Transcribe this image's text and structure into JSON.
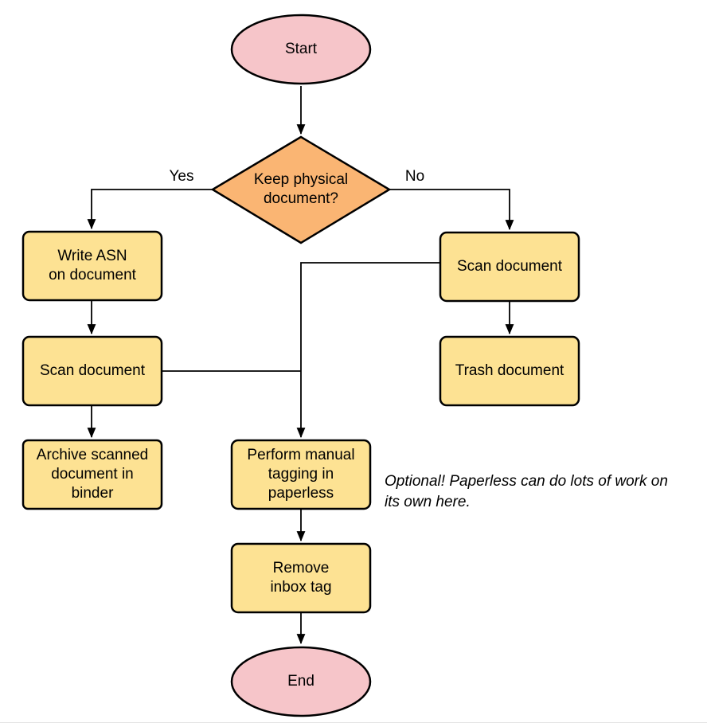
{
  "diagram": {
    "type": "flowchart",
    "nodes": {
      "start": "Start",
      "decision": "Keep physical\ndocument?",
      "write_asn": "Write ASN\non document",
      "scan_left": "Scan document",
      "archive": "Archive scanned\ndocument in\nbinder",
      "scan_right": "Scan document",
      "trash": "Trash document",
      "tagging": "Perform manual\ntagging in\npaperless",
      "remove_inbox": "Remove\ninbox tag",
      "end": "End"
    },
    "edge_labels": {
      "yes": "Yes",
      "no": "No"
    },
    "annotation": "Optional! Paperless can do lots of work on\nits own here.",
    "colors": {
      "terminator_fill": "#f6c5c9",
      "decision_fill": "#fab573",
      "process_fill": "#fde293",
      "stroke": "#000000"
    }
  }
}
